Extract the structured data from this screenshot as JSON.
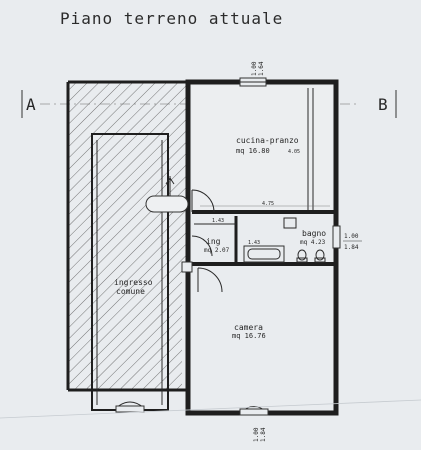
{
  "title": "Piano terreno attuale",
  "section_marks": {
    "left": "A",
    "right": "B"
  },
  "rooms": {
    "kitchen": {
      "name": "cucina-pranzo",
      "area": "mq 16.80"
    },
    "ing": {
      "name": "ing",
      "area": "mq 2.07"
    },
    "bathroom": {
      "name": "bagno",
      "area": "mq 4.23"
    },
    "entrance": {
      "line1": "ingresso",
      "line2": "comune"
    },
    "bedroom": {
      "name": "camera",
      "area": "mq 16.76"
    }
  },
  "dimensions": {
    "top_window_upper": "1.00",
    "top_window_lower": "1.64",
    "right_window_upper": "1.00",
    "right_window_lower": "1.84",
    "bottom_window_upper": "1.00",
    "bottom_window_lower": "1.84",
    "kitchen_height": "4.05",
    "kitchen_width": "4.75",
    "ing_width": "1.43",
    "ing_width_2": "1.43"
  }
}
